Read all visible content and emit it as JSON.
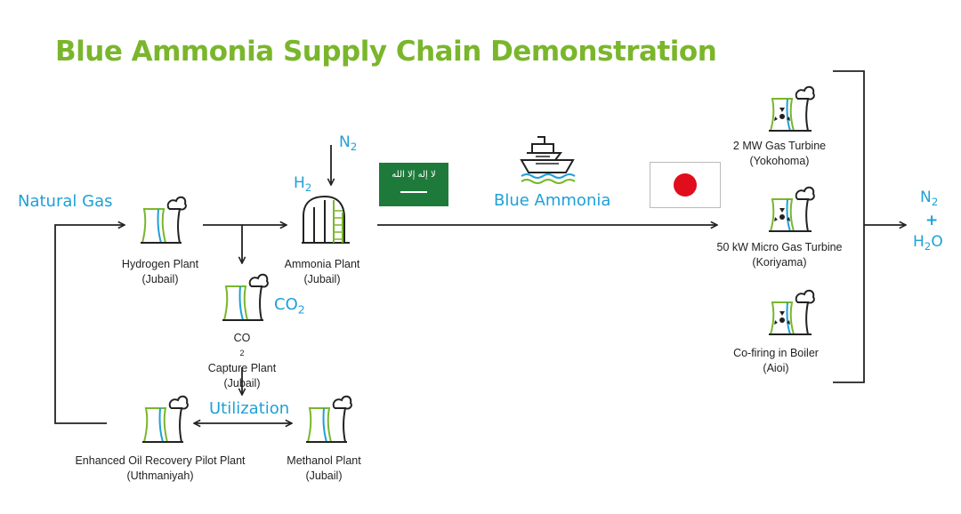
{
  "title": "Blue Ammonia Supply Chain Demonstration",
  "colors": {
    "green": "#7ab62c",
    "blue": "#1fa0d8",
    "dark": "#222222"
  },
  "inputs": {
    "natural_gas": "Natural Gas",
    "n2": {
      "base": "N",
      "sub": "2"
    },
    "h2": {
      "base": "H",
      "sub": "2"
    },
    "co2": {
      "base": "CO",
      "sub": "2"
    }
  },
  "plants": {
    "hydrogen": {
      "name": "Hydrogen Plant",
      "location": "(Jubail)"
    },
    "ammonia": {
      "name": "Ammonia Plant",
      "location": "(Jubail)"
    },
    "co2_capture": {
      "name_pre": "CO",
      "name_sub": "2",
      "name_post": " Capture Plant",
      "location": "(Jubail)"
    },
    "eor": {
      "name": "Enhanced Oil Recovery Pilot Plant",
      "location": "(Uthmaniyah)"
    },
    "methanol": {
      "name": "Methanol Plant",
      "location": "(Jubail)"
    }
  },
  "utilization": "Utilization",
  "blue_ammonia": "Blue Ammonia",
  "flags": {
    "saudi_text": "لا إله إلا الله",
    "saudi_icon": "saudi-flag",
    "japan_icon": "japan-flag"
  },
  "uses": [
    {
      "name": "2 MW Gas Turbine",
      "location": "(Yokohoma)"
    },
    {
      "name": "50 kW Micro Gas Turbine",
      "location": "(Koriyama)"
    },
    {
      "name": "Co-firing in Boiler",
      "location": "(Aioi)"
    }
  ],
  "outputs": {
    "n2": {
      "base": "N",
      "sub": "2"
    },
    "plus": "+",
    "h2o": {
      "base": "H",
      "sub": "2",
      "tail": "O"
    }
  }
}
